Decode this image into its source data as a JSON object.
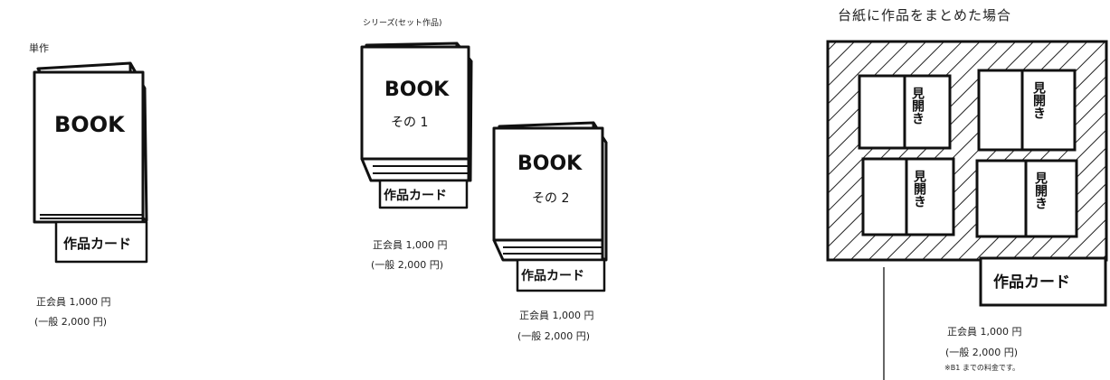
{
  "panel_single": {
    "label": "単作",
    "book_title": "BOOK",
    "card_label": "作品カード",
    "price_member": "正会員 1,000 円",
    "price_general": "(一般 2,000 円)"
  },
  "panel_series": {
    "label": "シリーズ(セット作品)",
    "book1_title": "BOOK",
    "book1_sub": "その 1",
    "book1_card": "作品カード",
    "book1_price_member": "正会員 1,000 円",
    "book1_price_general": "(一般 2,000 円)",
    "book2_title": "BOOK",
    "book2_sub": "その 2",
    "book2_card": "作品カード",
    "book2_price_member": "正会員 1,000 円",
    "book2_price_general": "(一般 2,000 円)"
  },
  "panel_board": {
    "title": "台紙に作品をまとめた場合",
    "page_label": "見開き",
    "card_label": "作品カード",
    "price_member": "正会員 1,000 円",
    "price_general": "(一般 2,000 円)",
    "note": "※B1 までの料金です。"
  }
}
